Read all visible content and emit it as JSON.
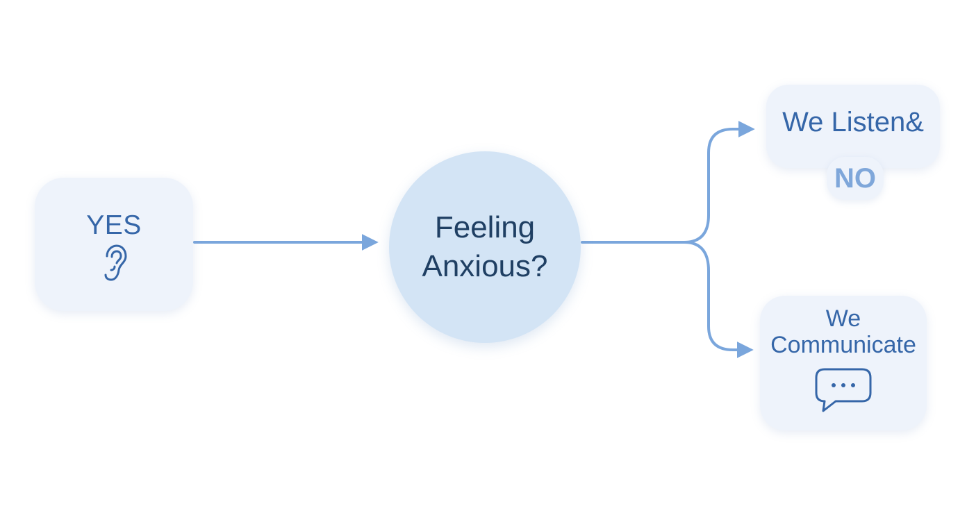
{
  "nodes": {
    "yes": {
      "label": "YES",
      "icon": "ear-icon"
    },
    "question": {
      "line1": "Feeling",
      "line2": "Anxious?"
    },
    "listen": {
      "label": "We Listen&"
    },
    "no": {
      "label": "NO"
    },
    "communicate": {
      "line1": "We",
      "line2": "Communicate",
      "icon": "speech-bubble-icon"
    }
  },
  "colors": {
    "card_fill": "#eef3fb",
    "circle_fill": "#d3e4f5",
    "arrow": "#7aa6dc",
    "text_blue": "#3566a8",
    "text_dark": "#1f3f63",
    "no_text": "#7fa7da"
  }
}
